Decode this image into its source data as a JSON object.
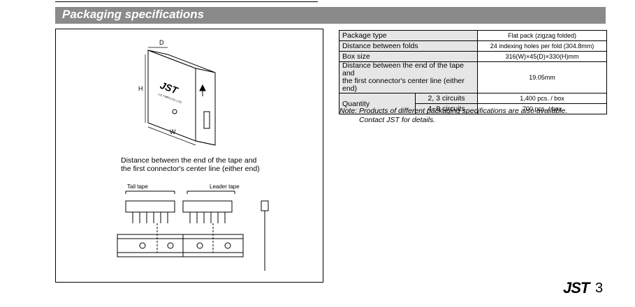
{
  "header": {
    "title": "Packaging specifications"
  },
  "figure": {
    "dim_d": "D",
    "dim_h": "H",
    "dim_w": "W",
    "box_brand": "JST",
    "box_sub": "J.S.T.MFG.CO.,LTD",
    "caption_line1": "Distance between the end of the tape and",
    "caption_line2": "the first connector's center line (either end)",
    "tail_tape_label": "Tail tape",
    "leader_tape_label": "Leader tape"
  },
  "table": {
    "rows": [
      {
        "label": "Package type",
        "value": "Flat pack (zigzag folded)"
      },
      {
        "label": "Distance between folds",
        "value": "24 indexing holes per fold (304.8mm)"
      },
      {
        "label": "Box size",
        "value": "316(W)×45(D)×330(H)mm"
      },
      {
        "label_line1": "Distance between the end of the tape and",
        "label_line2": "the first connector's center line (either end)",
        "value": "19.05mm"
      }
    ],
    "quantity": {
      "label": "Quantity",
      "sub1": "2, 3 circuits",
      "val1": "1,400 pcs. / box",
      "sub2": "4~8 circuits",
      "val2": "700 pcs. / box"
    }
  },
  "note": {
    "line1": "Note: Products of different packaging specifications are also available.",
    "line2": "Contact JST for details."
  },
  "footer": {
    "logo": "JST",
    "page": "3"
  }
}
